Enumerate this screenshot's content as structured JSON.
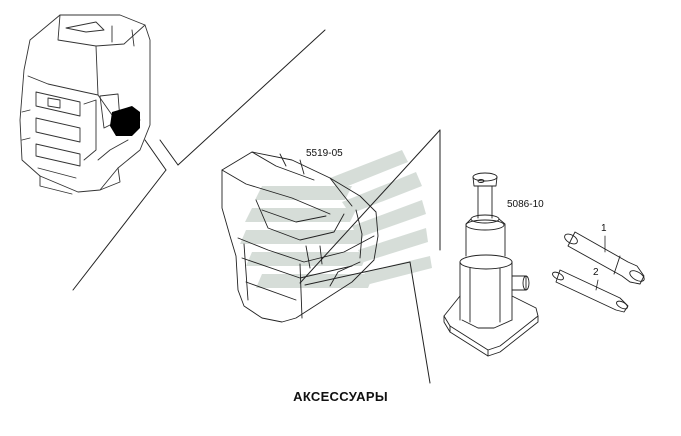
{
  "title": "АКСЕССУАРЫ",
  "callouts": {
    "tool_bag": "5519-05",
    "bottle_jack": "5086-10",
    "handle_part_1": "1",
    "handle_part_2": "2"
  },
  "colors": {
    "line": "#222222",
    "watermark": "#cfd8d2",
    "highlight": "#000000"
  },
  "icons": {
    "watermark": "iveco-stripes-logo"
  }
}
